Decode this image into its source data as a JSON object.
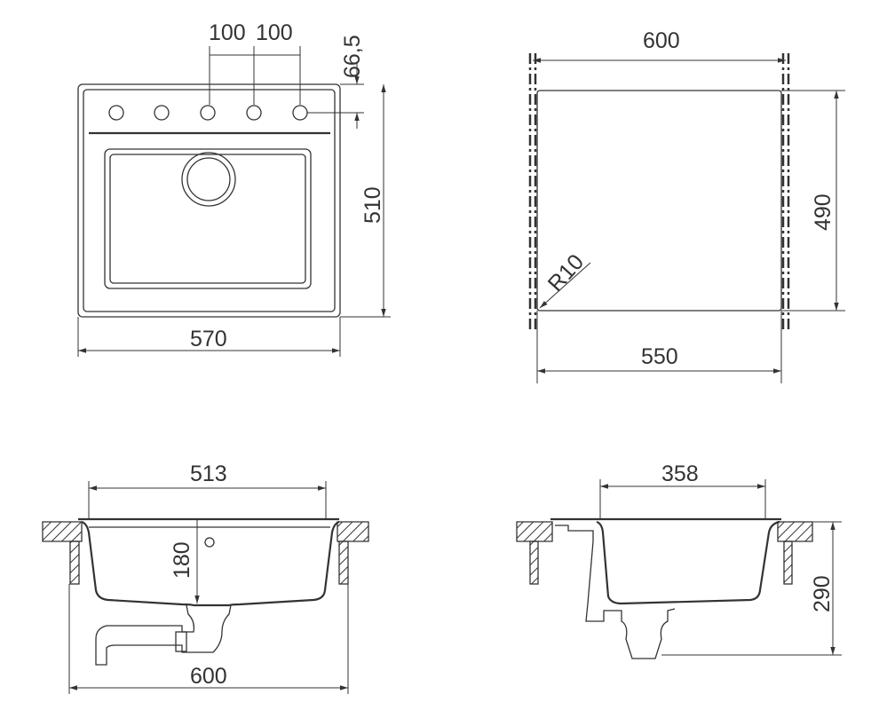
{
  "top_view": {
    "dim_hole_spacing_1": "100",
    "dim_hole_spacing_2": "100",
    "dim_hole_offset": "66,5",
    "dim_height": "510",
    "dim_width": "570"
  },
  "cutout_view": {
    "dim_outer_width": "600",
    "dim_height": "490",
    "dim_width": "550",
    "radius": "R10"
  },
  "front_section": {
    "dim_bowl_width": "513",
    "dim_depth": "180",
    "dim_cabinet_width": "600"
  },
  "side_section": {
    "dim_bowl_width": "358",
    "dim_total_depth": "290"
  }
}
